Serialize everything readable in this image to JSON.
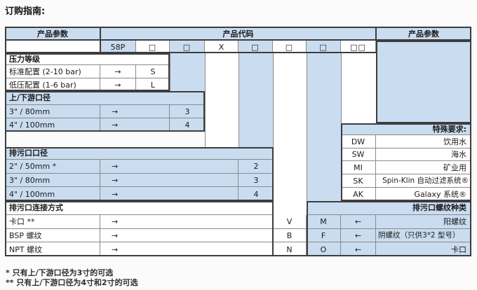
{
  "title": "订购指南:",
  "colors": {
    "accent_blue": "#cadcf0",
    "border_dark": "#3d3d3d",
    "border_thin": "#8a8a8a"
  },
  "header": {
    "left": "产品参数",
    "middle": "产品代码",
    "right": "产品参数"
  },
  "code_row": {
    "base": "58P",
    "box1": "□",
    "box2": "□",
    "x": "X",
    "box3": "□",
    "box4": "□",
    "box5": "□",
    "box6": "□□"
  },
  "pressure": {
    "title": "压力等级",
    "rows": [
      {
        "label": "标准配置 (2-10 bar)",
        "arrow": "→",
        "code": "S"
      },
      {
        "label": "低压配置 (1-6 bar)",
        "arrow": "→",
        "code": "L"
      }
    ]
  },
  "flow_diameter": {
    "title": "上/下游口径",
    "rows": [
      {
        "label": "3\" / 80mm",
        "arrow": "→",
        "code": "3"
      },
      {
        "label": "4\" / 100mm",
        "arrow": "→",
        "code": "4"
      }
    ]
  },
  "drain_diameter": {
    "title": "排污口口径",
    "rows": [
      {
        "label": "2\" / 50mm *",
        "arrow": "→",
        "code": "2"
      },
      {
        "label": "3\" / 80mm",
        "arrow": "→",
        "code": "3"
      },
      {
        "label": "4\" / 100mm",
        "arrow": "→",
        "code": "4"
      }
    ]
  },
  "drain_connection": {
    "title": "排污口连接方式",
    "rows": [
      {
        "label": "卡口 **",
        "arrow": "→",
        "code_a": "V",
        "code_b": "M",
        "back_arrow": "←",
        "desc": "阳螺纹"
      },
      {
        "label": "BSP 螺纹",
        "arrow": "→",
        "code_a": "B",
        "code_b": "F",
        "back_arrow": "←",
        "desc": "阴螺纹（只供3*2 型号）"
      },
      {
        "label": "NPT 螺纹",
        "arrow": "→",
        "code_a": "N",
        "code_b": "O",
        "back_arrow": "←",
        "desc": "卡口"
      }
    ]
  },
  "special": {
    "title": "特殊要求:",
    "rows": [
      {
        "code": "DW",
        "label": "饮用水"
      },
      {
        "code": "SW",
        "label": "海水"
      },
      {
        "code": "MI",
        "label": "矿业用"
      },
      {
        "code": "SK",
        "label": "Spin-Klin 自动过滤系统®"
      },
      {
        "code": "AK",
        "label": "Galaxy 系统®"
      }
    ]
  },
  "thread_type_title": "排污口螺纹种类",
  "footnotes": [
    "* 只有上/下游口径为3寸的可选",
    "** 只有上/下游口径为4寸和2寸的可选"
  ]
}
